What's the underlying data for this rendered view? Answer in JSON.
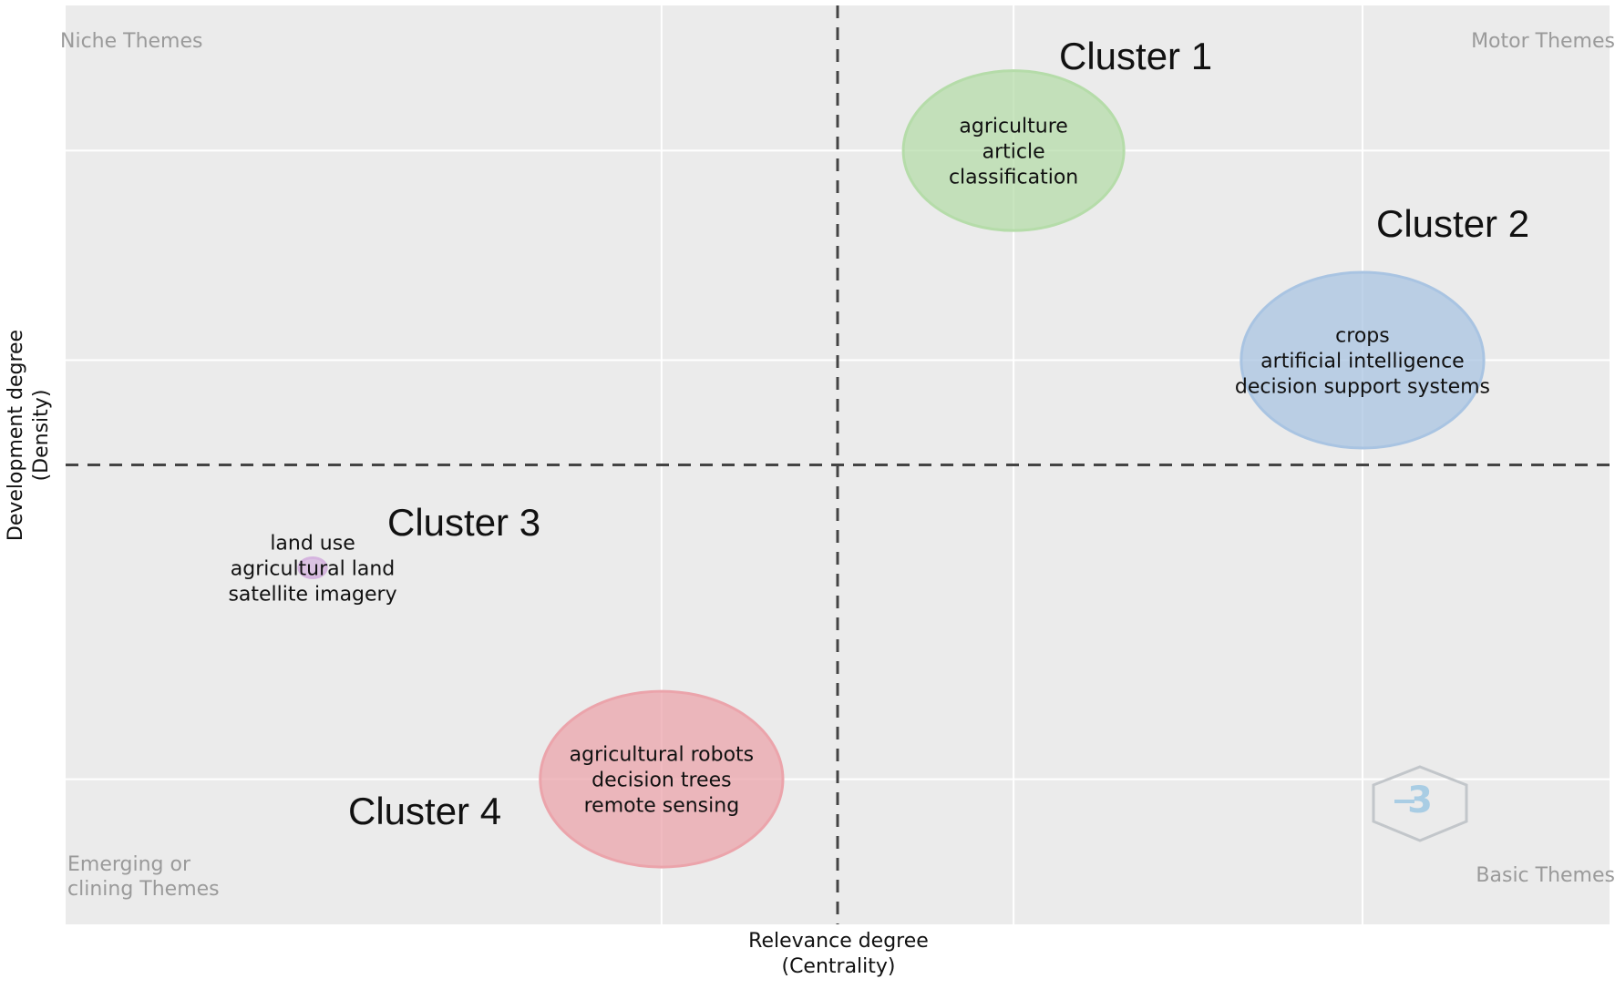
{
  "chart_data": {
    "type": "scatter",
    "subtype": "thematic map (bubble chart)",
    "xlabel": [
      "Relevance degree",
      "(Centrality)"
    ],
    "ylabel": [
      "Development degree",
      "(Density)"
    ],
    "xlim": [
      0,
      1
    ],
    "ylim": [
      0,
      1
    ],
    "grid": true,
    "background": "#ebebeb",
    "divider_x": 0.5,
    "divider_y": 0.5,
    "quadrants": {
      "top_left": [
        "Niche Themes"
      ],
      "top_right": [
        "Motor Themes"
      ],
      "bottom_left": [
        "Emerging or",
        "clining Themes"
      ],
      "bottom_right": [
        "Basic Themes"
      ]
    },
    "points": [
      {
        "cluster": "Cluster 1",
        "x": 0.614,
        "y": 0.842,
        "size": 0.2,
        "labels": [
          "agriculture",
          "article",
          "classification"
        ],
        "color": "#b5dca9"
      },
      {
        "cluster": "Cluster 2",
        "x": 0.84,
        "y": 0.614,
        "size": 0.22,
        "labels": [
          "crops",
          "artificial intelligence",
          "decision support systems"
        ],
        "color": "#a9c4e2"
      },
      {
        "cluster": "Cluster 3",
        "x": 0.16,
        "y": 0.388,
        "size": 0.025,
        "labels": [
          "land use",
          "agricultural land",
          "satellite imagery"
        ],
        "color": "#d5b4df"
      },
      {
        "cluster": "Cluster 4",
        "x": 0.386,
        "y": 0.158,
        "size": 0.22,
        "labels": [
          "agricultural robots",
          "decision trees",
          "remote sensing"
        ],
        "color": "#eba4ab"
      }
    ]
  }
}
